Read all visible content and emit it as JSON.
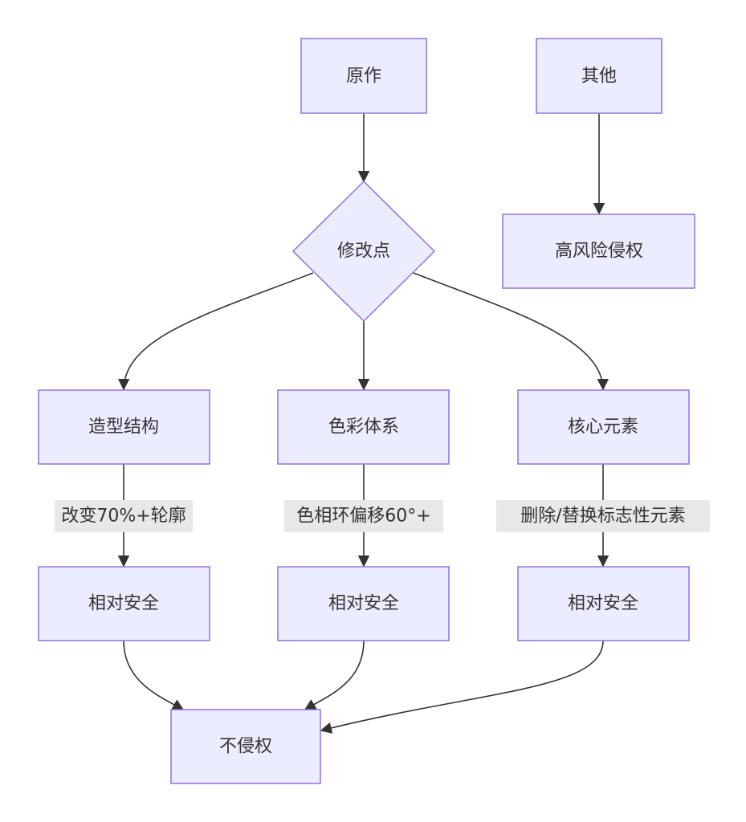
{
  "nodes": {
    "original": "原作",
    "other": "其他",
    "modification_point": "修改点",
    "high_risk": "高风险侵权",
    "shape_structure": "造型结构",
    "color_system": "色彩体系",
    "core_elements": "核心元素",
    "safe_left": "相对安全",
    "safe_middle": "相对安全",
    "safe_right": "相对安全",
    "no_infringement": "不侵权"
  },
  "edge_labels": {
    "shape_change": "改变70%+轮廓",
    "color_shift": "色相环偏移60°+",
    "element_replace": "删除/替换标志性元素"
  },
  "colors": {
    "node_fill": "#ececff",
    "node_stroke": "#9370db",
    "edge": "#333333",
    "edge_label_bg": "#e8e8e8"
  }
}
